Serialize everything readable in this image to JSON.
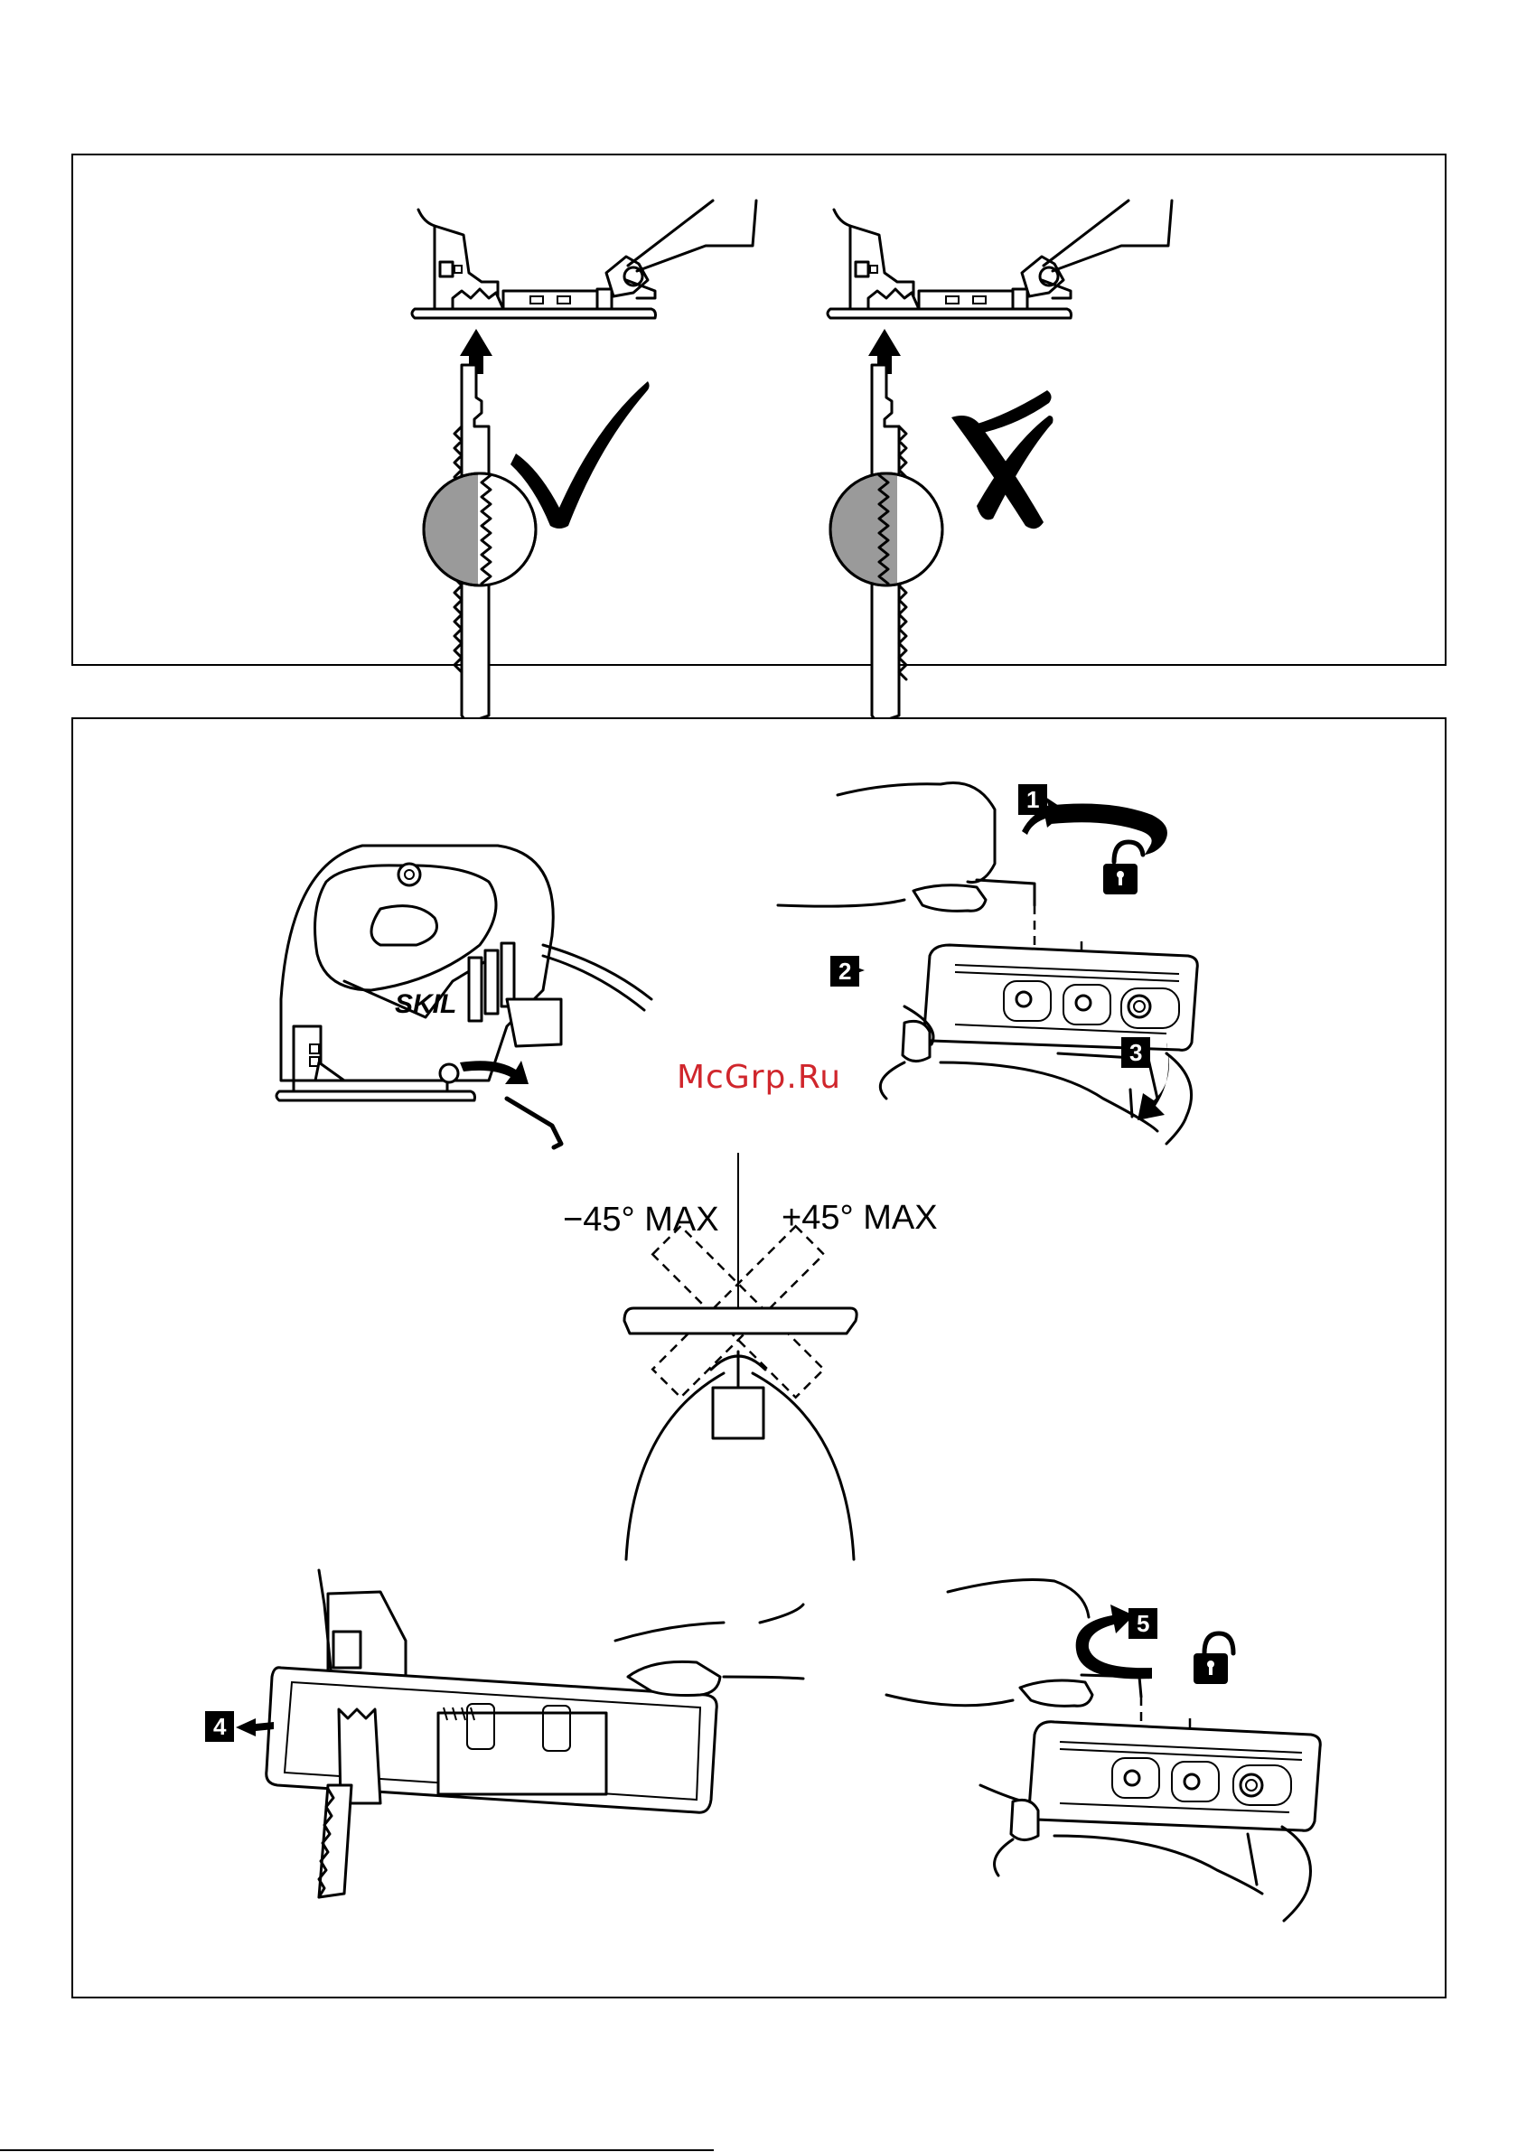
{
  "angles": {
    "minus": "−45° MAX",
    "plus": "+45° MAX"
  },
  "watermark": "McGrp.Ru",
  "brand": "SKIL",
  "steps": [
    "1",
    "2",
    "3",
    "4",
    "5"
  ],
  "icons": {
    "correct": "checkmark-icon",
    "wrong": "cross-icon",
    "unlock": "unlocked-padlock-icon",
    "lock": "locked-padlock-icon"
  },
  "colors": {
    "watermark": "#d0262c",
    "shade": "#9a9a9a"
  }
}
